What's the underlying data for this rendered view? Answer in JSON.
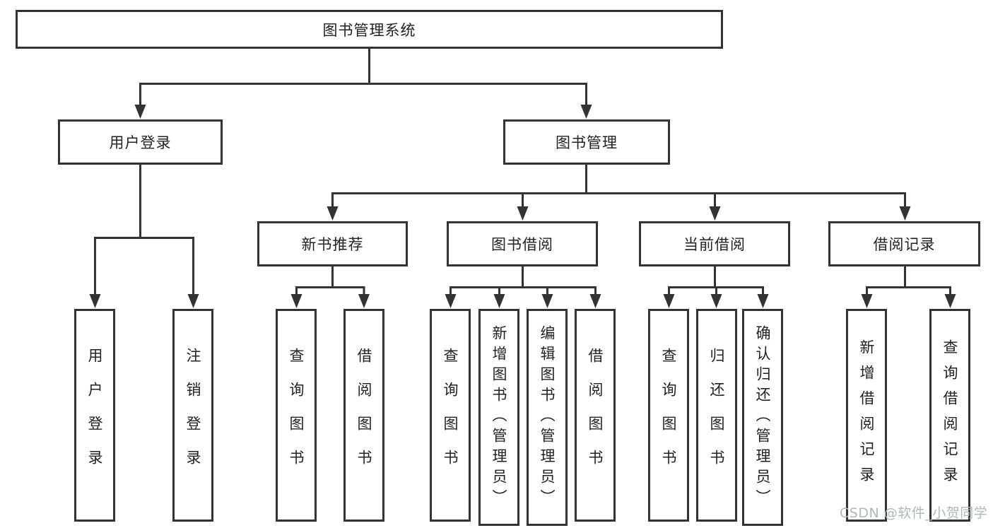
{
  "watermark": "CSDN @软件_小贺同学",
  "colors": {
    "line": "#333333",
    "text": "#222222",
    "watermark": "#b3b7bd",
    "background": "#ffffff"
  },
  "tree": {
    "label": "图书管理系统",
    "children": [
      {
        "label": "用户登录",
        "children": [
          {
            "label": "用户登录"
          },
          {
            "label": "注销登录"
          }
        ]
      },
      {
        "label": "图书管理",
        "children": [
          {
            "label": "新书推荐",
            "children": [
              {
                "label": "查询图书"
              },
              {
                "label": "借阅图书"
              }
            ]
          },
          {
            "label": "图书借阅",
            "children": [
              {
                "label": "查询图书"
              },
              {
                "label": "新增图书（管理员）"
              },
              {
                "label": "编辑图书（管理员）"
              },
              {
                "label": "借阅图书"
              }
            ]
          },
          {
            "label": "当前借阅",
            "children": [
              {
                "label": "查询图书"
              },
              {
                "label": "归还图书"
              },
              {
                "label": "确认归还（管理员）"
              }
            ]
          },
          {
            "label": "借阅记录",
            "children": [
              {
                "label": "新增借阅记录"
              },
              {
                "label": "查询借阅记录"
              }
            ]
          }
        ]
      }
    ]
  }
}
